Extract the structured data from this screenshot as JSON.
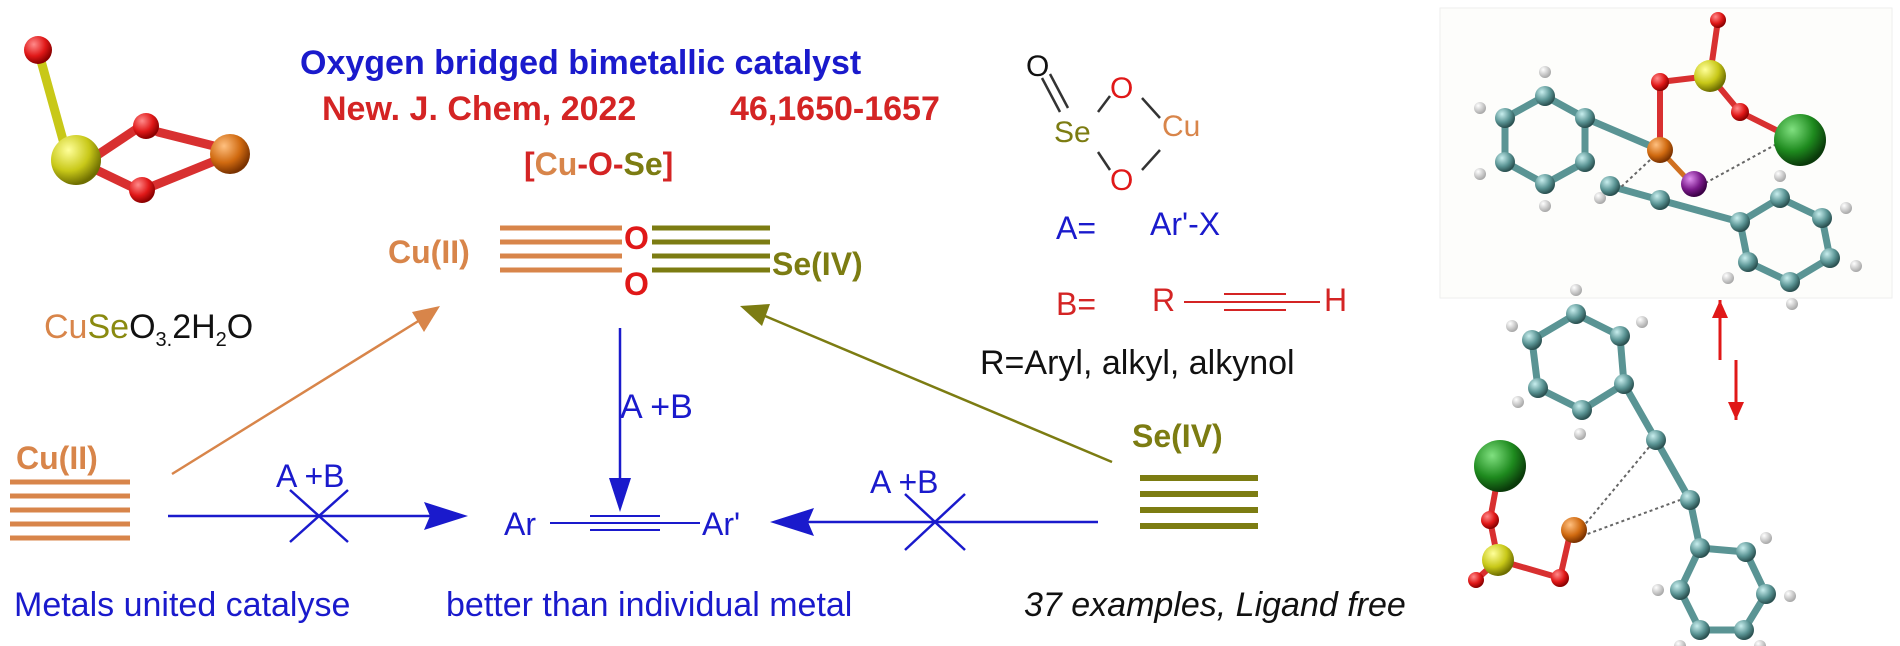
{
  "header": {
    "title": "Oxygen bridged bimetallic catalyst",
    "citation_journal": "New. J. Chem, 2022",
    "citation_pages": "46,1650-1657",
    "bracket_open": "[",
    "bracket_cu": "Cu",
    "bracket_dash1": "-",
    "bracket_o": "O",
    "bracket_dash2": "-",
    "bracket_se": "Se",
    "bracket_close": "]"
  },
  "formula": {
    "cu": "Cu",
    "se": "Se",
    "o": "O",
    "o_sub": "3.",
    "two": "2H",
    "h_sub": "2",
    "water_o": "O"
  },
  "center": {
    "cu_label": "Cu(II)",
    "se_label": "Se(IV)",
    "o_top": "O",
    "o_bottom": "O",
    "arrow_label": "A +B"
  },
  "left": {
    "cu_label": "Cu(II)",
    "blocked_label": "A +B"
  },
  "right": {
    "se_label": "Se(IV)",
    "blocked_label": "A +B"
  },
  "product": {
    "ar": "Ar",
    "ar_prime": "Ar'"
  },
  "ring": {
    "o_top": "O",
    "o_ring_top": "O",
    "o_ring_bottom": "O",
    "se": "Se",
    "cu": "Cu"
  },
  "reagents": {
    "a_label": "A=",
    "a_value": "Ar'-X",
    "b_label": "B=",
    "b_r": "R",
    "b_h": "H",
    "r_def": "R=Aryl, alkyl, alkynol"
  },
  "footer": {
    "left": "Metals united catalyse",
    "middle": "better than individual metal",
    "right": "37 examples, Ligand free"
  },
  "colors": {
    "blue": "#1a1acc",
    "red": "#d42424",
    "copper": "#d8854a",
    "olive": "#7c7c12",
    "selenium_yellow": "#c8c818",
    "oxygen_red": "#e01818",
    "carbon": "#5a9494",
    "chlorine_green": "#1e7a1e",
    "iodine_purple": "#7a1a8a"
  }
}
